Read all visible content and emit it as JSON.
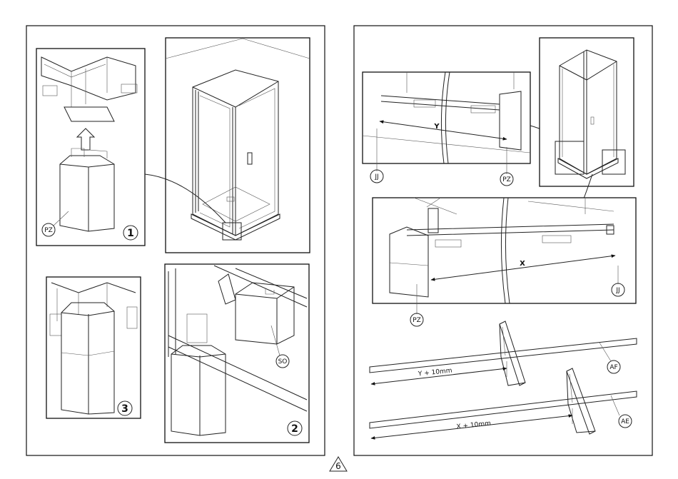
{
  "page_number": "6",
  "left_panel": {
    "detail_1": {
      "part_label": "PZ",
      "step": "1"
    },
    "detail_2": {
      "part_label": "SO",
      "step": "2"
    },
    "detail_3": {
      "step": "3"
    }
  },
  "right_panel": {
    "detail_top": {
      "dimension": "Y",
      "left_label": "JJ",
      "right_label": "PZ"
    },
    "detail_bottom": {
      "dimension": "X",
      "left_label": "PZ",
      "right_label": "JJ"
    },
    "rail_af": {
      "cut_text": "Y + 10mm",
      "label": "AF"
    },
    "rail_ae": {
      "cut_text": "X + 10mm",
      "label": "AE"
    }
  }
}
